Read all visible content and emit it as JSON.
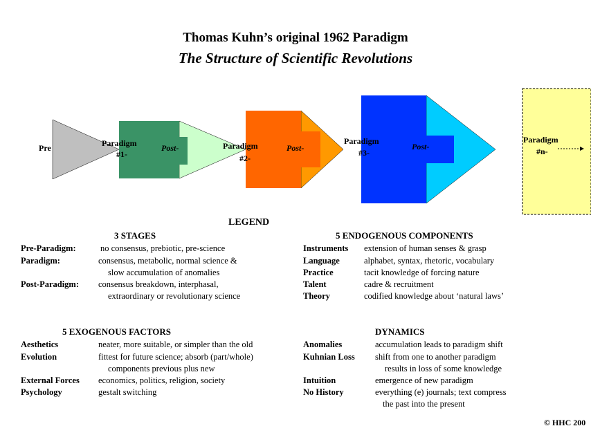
{
  "title": "Thomas Kuhn’s original 1962 Paradigm",
  "subtitle": "The Structure of Scientific Revolutions",
  "diagram": {
    "pre": "Pre",
    "paradigm_word": "Paradigm",
    "p1": "#1-",
    "p2": "#2-",
    "p3": "#3-",
    "pn": "#n-",
    "post": "Post-",
    "colors": {
      "pre": "#bfbfbf",
      "p1_box": "#3a9366",
      "p1_arrow": "#ccffcc",
      "p2_box": "#ff6600",
      "p2_arrow": "#ff9900",
      "p3_box": "#0033ff",
      "p3_arrow": "#00ccff",
      "pn_box": "#ffff99"
    }
  },
  "legend": {
    "title": "LEGEND",
    "stages": {
      "header": "3  STAGES",
      "rows": [
        {
          "term": "Pre-Paradigm:",
          "desc": "no consensus, prebiotic, pre-science"
        },
        {
          "term": "Paradigm:",
          "desc": "consensus, metabolic, normal science &",
          "cont": "slow accumulation of anomalies"
        },
        {
          "term": "Post-Paradigm:",
          "desc": "consensus breakdown, interphasal,",
          "cont": "extraordinary or revolutionary science"
        }
      ]
    },
    "endogenous": {
      "header": "5 ENDOGENOUS COMPONENTS",
      "rows": [
        {
          "term": "Instruments",
          "desc": "extension of human senses & grasp"
        },
        {
          "term": "Language",
          "desc": "alphabet, syntax, rhetoric, vocabulary"
        },
        {
          "term": "Practice",
          "desc": "tacit knowledge of forcing nature"
        },
        {
          "term": "Talent",
          "desc": "cadre & recruitment"
        },
        {
          "term": "Theory",
          "desc": "codified knowledge about ‘natural laws’"
        }
      ]
    },
    "exogenous": {
      "header": "5  EXOGENOUS FACTORS",
      "rows": [
        {
          "term": "Aesthetics",
          "desc": "neater, more suitable, or simpler than the old"
        },
        {
          "term": "Evolution",
          "desc": "fittest for future science; absorb (part/whole)",
          "cont": "components previous plus new"
        },
        {
          "term": "External Forces",
          "desc": "economics, politics, religion, society"
        },
        {
          "term": "Psychology",
          "desc": "gestalt switching"
        }
      ]
    },
    "dynamics": {
      "header": "DYNAMICS",
      "rows": [
        {
          "term": "Anomalies",
          "desc": "accumulation leads to paradigm shift"
        },
        {
          "term": "Kuhnian Loss",
          "desc": "shift from one to another paradigm",
          "cont": "results in loss of some knowledge"
        },
        {
          "term": "Intuition",
          "desc": "emergence of new paradigm"
        },
        {
          "term": "No History",
          "desc": "everything (e) journals; text compress",
          "cont": "the past into the present"
        }
      ]
    }
  },
  "copyright": "© HHC 200"
}
